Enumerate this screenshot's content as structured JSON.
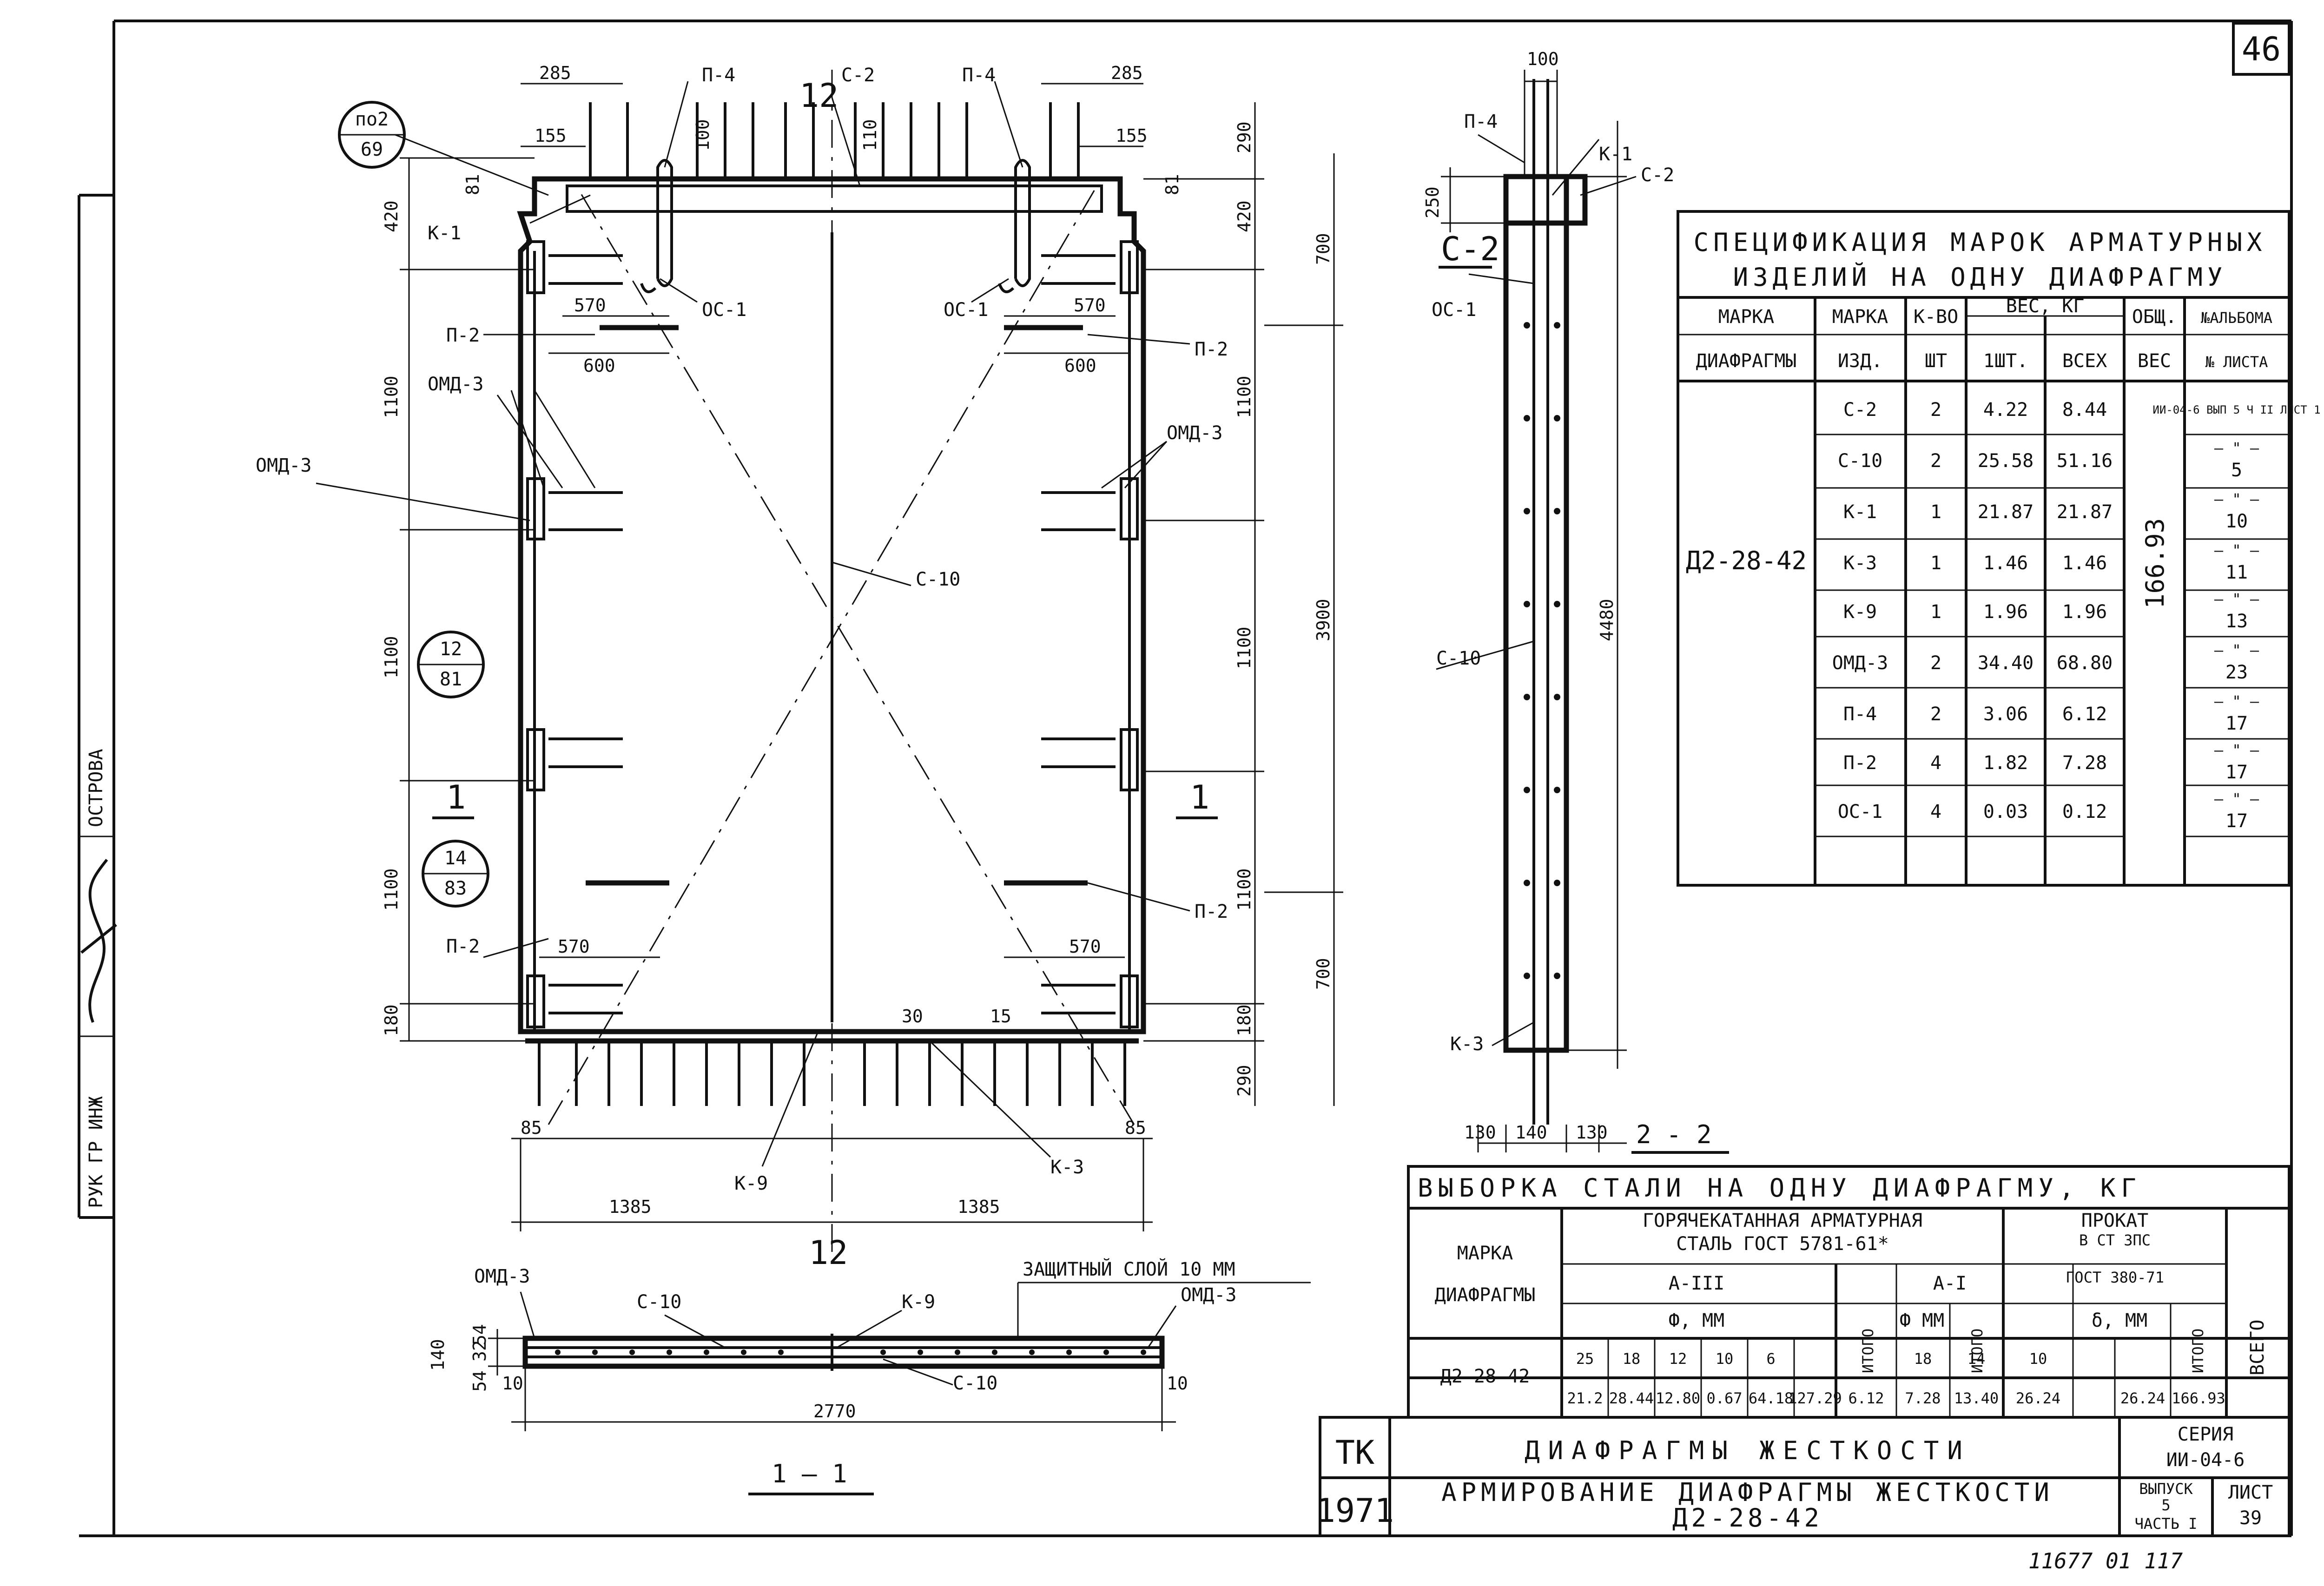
{
  "sheet": {
    "number": "46",
    "bottom_stamp": "11677   01   117"
  },
  "left_margin": {
    "labels": [
      "РУК ГР ИНЖ",
      "ОСТРОВА"
    ]
  },
  "elevation": {
    "dims_top": [
      "285",
      "285",
      "155",
      "155",
      "100",
      "110",
      "81",
      "81"
    ],
    "dims_left": [
      "420",
      "1100",
      "1100",
      "1100",
      "180"
    ],
    "dims_right_a": [
      "290",
      "420",
      "1100",
      "1100",
      "1100",
      "180",
      "290"
    ],
    "dims_right_b": [
      "700",
      "3900",
      "700"
    ],
    "dims_bottom": [
      "85",
      "85",
      "1385",
      "1385"
    ],
    "dims_inner": [
      "570",
      "600",
      "570",
      "600",
      "570",
      "570",
      "30",
      "15"
    ],
    "labels": {
      "p4_left": "П-4",
      "p4_right": "П-4",
      "c2": "С-2",
      "k1": "К-1",
      "p2_l1": "П-2",
      "p2_r1": "П-2",
      "p2_l2": "П-2",
      "p2_r2": "П-2",
      "oc1_l": "ОС-1",
      "oc1_r": "ОС-1",
      "omd3_a": "ОМД-3",
      "omd3_b": "ОМД-3",
      "omd3_c": "ОМД-3",
      "c10": "С-10",
      "k9": "К-9",
      "k3": "К-3",
      "axis_top": "12",
      "axis_bottom": "12",
      "cut_l": "1",
      "cut_r": "1"
    },
    "callouts": [
      {
        "top": "по2",
        "bottom": "69"
      },
      {
        "top": "12",
        "bottom": "81"
      },
      {
        "top": "14",
        "bottom": "83"
      }
    ]
  },
  "section22": {
    "labels": {
      "p4": "П-4",
      "k1": "К-1",
      "c2": "С-2",
      "c2_big": "С-2",
      "oc1": "ОС-1",
      "c10": "С-10",
      "k3": "К-3"
    },
    "dims": {
      "top": "100",
      "left": "250",
      "height": "4480",
      "b1": "130",
      "b2": "140",
      "b3": "130"
    },
    "title": "2 - 2"
  },
  "section11": {
    "labels": {
      "omd3_l": "ОМД-3",
      "c10_top": "С-10",
      "k9": "К-9",
      "protect": "ЗАЩИТНЫЙ СЛОЙ 10 ММ",
      "omd3_r": "ОМД-3",
      "c10_bot": "С-10"
    },
    "dims": {
      "h": "140",
      "a": "54",
      "b": "32",
      "c": "54",
      "d": "10",
      "e": "10",
      "width": "2770"
    },
    "title": "1 — 1"
  },
  "spec_table": {
    "title_line1": "СПЕЦИФИКАЦИЯ МАРОК АРМАТУРНЫХ",
    "title_line2": "ИЗДЕЛИЙ   НА ОДНУ ДИАФРАГМУ",
    "headers": {
      "marka_d1": "МАРКА",
      "marka_d2": "ДИАФРАГМЫ",
      "marka_i1": "МАРКА",
      "marka_i2": "ИЗД.",
      "kol1": "К-ВО",
      "kol2": "ШТ",
      "ves": "ВЕС, КГ",
      "ves1": "1ШТ.",
      "vesall": "ВСЕХ",
      "obsh1": "ОБЩ.",
      "obsh2": "ВЕС",
      "album1": "№АЛЬБОМА",
      "album2": "№ ЛИСТА"
    },
    "diaphragm": "Д2-28-42",
    "total_weight": "166.93",
    "rows": [
      {
        "mark": "С-2",
        "qty": "2",
        "w1": "4.22",
        "wall": "8.44",
        "ref": "ИИ-04-6 ВЫП 5 Ч II ЛИСТ 1"
      },
      {
        "mark": "С-10",
        "qty": "2",
        "w1": "25.58",
        "wall": "51.16",
        "ref": "5"
      },
      {
        "mark": "К-1",
        "qty": "1",
        "w1": "21.87",
        "wall": "21.87",
        "ref": "10"
      },
      {
        "mark": "К-3",
        "qty": "1",
        "w1": "1.46",
        "wall": "1.46",
        "ref": "11"
      },
      {
        "mark": "К-9",
        "qty": "1",
        "w1": "1.96",
        "wall": "1.96",
        "ref": "13"
      },
      {
        "mark": "ОМД-3",
        "qty": "2",
        "w1": "34.40",
        "wall": "68.80",
        "ref": "23"
      },
      {
        "mark": "П-4",
        "qty": "2",
        "w1": "3.06",
        "wall": "6.12",
        "ref": "17"
      },
      {
        "mark": "П-2",
        "qty": "4",
        "w1": "1.82",
        "wall": "7.28",
        "ref": "17"
      },
      {
        "mark": "ОС-1",
        "qty": "4",
        "w1": "0.03",
        "wall": "0.12",
        "ref": "17"
      }
    ],
    "ditto": "— \" —"
  },
  "steel_table": {
    "title": "ВЫБОРКА СТАЛИ НА ОДНУ ДИАФРАГМУ, КГ",
    "h_marka1": "МАРКА",
    "h_marka2": "ДИАФРАГМЫ",
    "h_hot1": "ГОРЯЧЕКАТАННАЯ АРМАТУРНАЯ",
    "h_hot2": "СТАЛЬ  ГОСТ  5781-61*",
    "h_prokat1": "ПРОКАТ",
    "h_prokat2": "В СТ 3ПС",
    "h_prokat3": "ГОСТ 380-71",
    "h_a3": "А-III",
    "h_a1": "А-I",
    "h_phi1": "Ф, ММ",
    "h_phi2": "Ф  ММ",
    "h_delta": "δ, ММ",
    "h_itogo": "ИТОГО",
    "h_vsego": "ВСЕГО",
    "diam_a3": [
      "25",
      "18",
      "12",
      "10",
      "6"
    ],
    "diam_a1": [
      "18",
      "14"
    ],
    "diam_pr": [
      "10"
    ],
    "row_mark": "Д2-28-42",
    "vals_a3": [
      "21.2",
      "28.44",
      "12.80",
      "0.67",
      "64.18"
    ],
    "itogo_a3": "127.29",
    "vals_a1": [
      "6.12",
      "7.28"
    ],
    "itogo_a1": "13.40",
    "vals_pr": [
      "26.24"
    ],
    "itogo_pr": "26.24",
    "vsego": "166.93"
  },
  "title_block": {
    "tk": "ТК",
    "year": "1971",
    "title1": "ДИАФРАГМЫ ЖЕСТКОСТИ",
    "title2a": "АРМИРОВАНИЕ ДИАФРАГМЫ ЖЕСТКОСТИ",
    "title2b": "Д2-28-42",
    "seria_lbl": "СЕРИЯ",
    "seria": "ИИ-04-6",
    "vyp_lbl": "ВЫПУСК",
    "vyp": "5",
    "chast": "ЧАСТЬ I",
    "list_lbl": "ЛИСТ",
    "list": "39"
  }
}
